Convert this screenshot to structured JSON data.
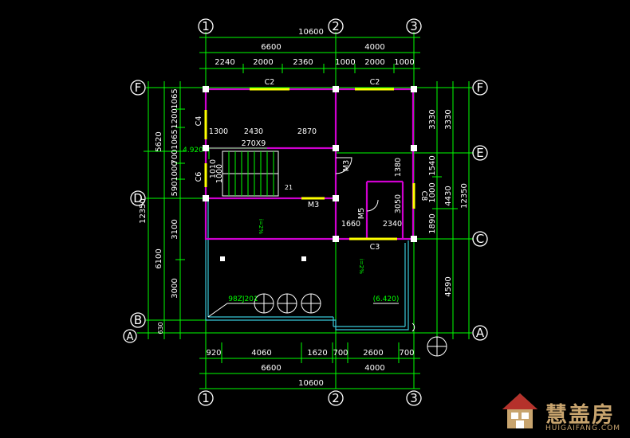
{
  "axes": {
    "col1": "1",
    "col2": "2",
    "col3": "3",
    "rowF": "F",
    "rowE": "E",
    "rowD": "D",
    "rowC": "C",
    "rowB": "B",
    "rowA": "A"
  },
  "top_dims": {
    "total": "10600",
    "split": [
      "6600",
      "4000"
    ],
    "detail": [
      "2240",
      "2000",
      "2360",
      "1000",
      "2000",
      "1000"
    ]
  },
  "bottom_dims": {
    "detail": [
      "920",
      "4060",
      "1620",
      "700",
      "2600",
      "700"
    ],
    "split": [
      "6600",
      "4000"
    ],
    "total": "10600"
  },
  "left_dims": {
    "total": "12350",
    "upper": "5620",
    "lower": "6100",
    "d1": "1065",
    "d2": "1200",
    "d3": "1065",
    "d4": "700",
    "d5": "1000",
    "d6": "590",
    "d7": "3100",
    "d8": "3000",
    "d9": "630"
  },
  "right_dims": {
    "total": "12350",
    "a": "3330",
    "b": "3330",
    "c": "1540",
    "d": "1000",
    "e": "4430",
    "f": "1890",
    "g": "4590"
  },
  "labels": {
    "c2a": "C2",
    "c2b": "C2",
    "c3": "C3",
    "c4": "C4",
    "c6": "C6",
    "c8": "C8",
    "m3": "M3",
    "m3b": "M3",
    "m5": "M5",
    "d1300": "1300",
    "d2430": "2430",
    "d2870": "2870",
    "stair": "270X9",
    "elev": "4.920",
    "d1010": "1010",
    "d1000": "1000",
    "d1660": "1660",
    "d2340": "2340",
    "d1380": "1380",
    "d3050": "3050",
    "d21": "21",
    "ref": "98ZJ201",
    "elev2": "(6.420)",
    "slope1": "i=2%",
    "slope2": "i=2%"
  },
  "watermark": {
    "brand": "慧盖房",
    "site": "HUIGAIFANG.COM"
  }
}
